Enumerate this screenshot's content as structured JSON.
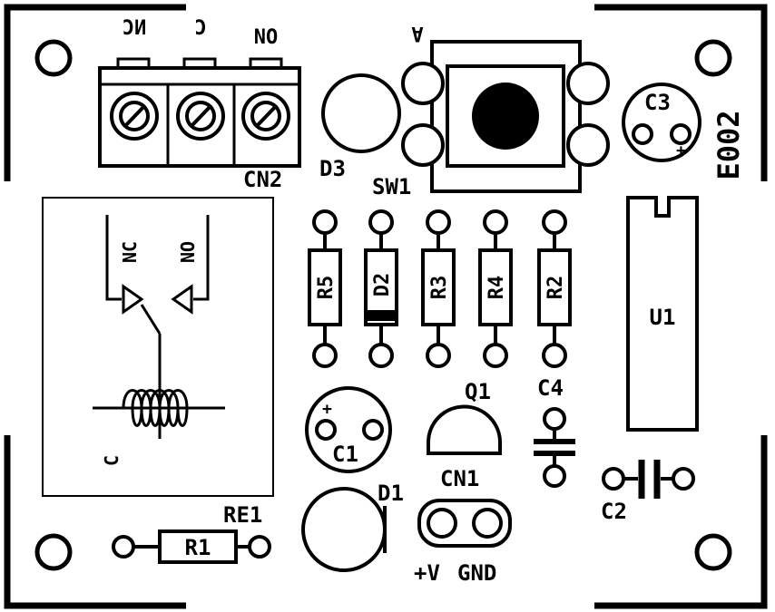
{
  "board": {
    "id": "E002"
  },
  "labels": {
    "cn2": "CN2",
    "nc": "NC",
    "c": "C",
    "no": "NO",
    "d3": "D3",
    "sw1": "SW1",
    "a": "A",
    "c3": "C3",
    "plus": "+",
    "r5": "R5",
    "d2": "D2",
    "r3": "R3",
    "r4": "R4",
    "r2": "R2",
    "u1": "U1",
    "q1": "Q1",
    "c4": "C4",
    "c1": "C1",
    "d1": "D1",
    "cn1": "CN1",
    "vplus": "+V",
    "gnd": "GND",
    "c2": "C2",
    "re1": "RE1",
    "r1": "R1",
    "relay_nc": "NC",
    "relay_no": "NO",
    "relay_c": "C"
  }
}
